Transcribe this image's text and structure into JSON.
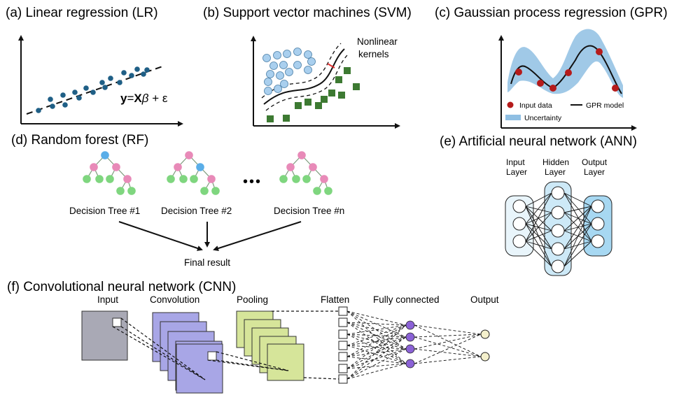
{
  "panels": {
    "a": {
      "title": "(a) Linear regression (LR)",
      "equation": {
        "y": "y",
        "eq": "=",
        "x": "X",
        "beta": "β",
        "rest": " + ε"
      }
    },
    "b": {
      "title": "(b) Support vector machines (SVM)",
      "annotation_line1": "Nonlinear",
      "annotation_line2": "kernels"
    },
    "c": {
      "title": "(c) Gaussian process regression (GPR)",
      "legend_input": "Input data",
      "legend_model": "GPR model",
      "legend_uncertainty": "Uncertainty"
    },
    "d": {
      "title": "(d) Random forest (RF)",
      "trees": [
        "Decision Tree #1",
        "Decision Tree #2",
        "Decision Tree #n"
      ],
      "ellipsis": "•••",
      "final": "Final result"
    },
    "e": {
      "title": "(e) Artificial neural network (ANN)",
      "layers": [
        {
          "line1": "Input",
          "line2": "Layer"
        },
        {
          "line1": "Hidden",
          "line2": "Layer"
        },
        {
          "line1": "Output",
          "line2": "Layer"
        }
      ]
    },
    "f": {
      "title": "(f) Convolutional neural network (CNN)",
      "stages": [
        "Input",
        "Convolution",
        "Pooling",
        "Flatten",
        "Fully connected",
        "Output"
      ]
    }
  },
  "colors": {
    "lr_point": "#1f5f86",
    "svm_circle": "#a9cfee",
    "svm_square": "#3d7a32",
    "svm_boundary_mark": "#e03030",
    "gpr_band": "#8fbfe3",
    "gpr_point": "#b51b1b",
    "tree_blue": "#5aaee8",
    "tree_pink": "#e88ab8",
    "tree_green": "#7fd67f",
    "ann_input": "#e9f5fb",
    "ann_hidden": "#cde9f7",
    "ann_output": "#a7d8f2",
    "cnn_input": "#a9a9b5",
    "cnn_conv": "#a8a6e6",
    "cnn_pool": "#d6e59a",
    "cnn_fc": "#8b62d6",
    "cnn_out": "#f4f0cc"
  }
}
